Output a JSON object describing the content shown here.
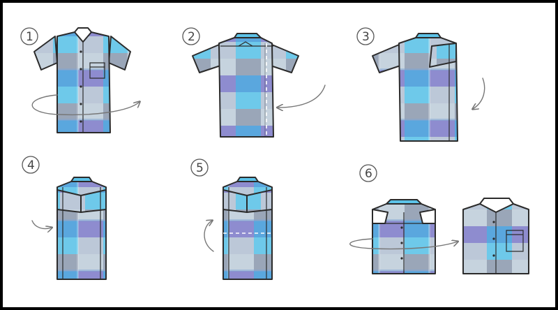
{
  "steps": [
    {
      "number": "1"
    },
    {
      "number": "2"
    },
    {
      "number": "3"
    },
    {
      "number": "4"
    },
    {
      "number": "5"
    },
    {
      "number": "6"
    }
  ],
  "colors": {
    "frame": "#000000",
    "background": "#ffffff",
    "outline": "#2b2b2b",
    "plaid_gray": "#a7b0c2",
    "plaid_blue": "#5ea9df",
    "plaid_purple": "#8d8fcf",
    "plaid_light": "#c3d3df",
    "plaid_teal": "#6ccbe9",
    "collar_cyan": "#5cc3e8",
    "arrow": "#777777"
  },
  "icons": [
    "rotate-arrow-icon",
    "fold-arrow-icon",
    "fold-line"
  ]
}
